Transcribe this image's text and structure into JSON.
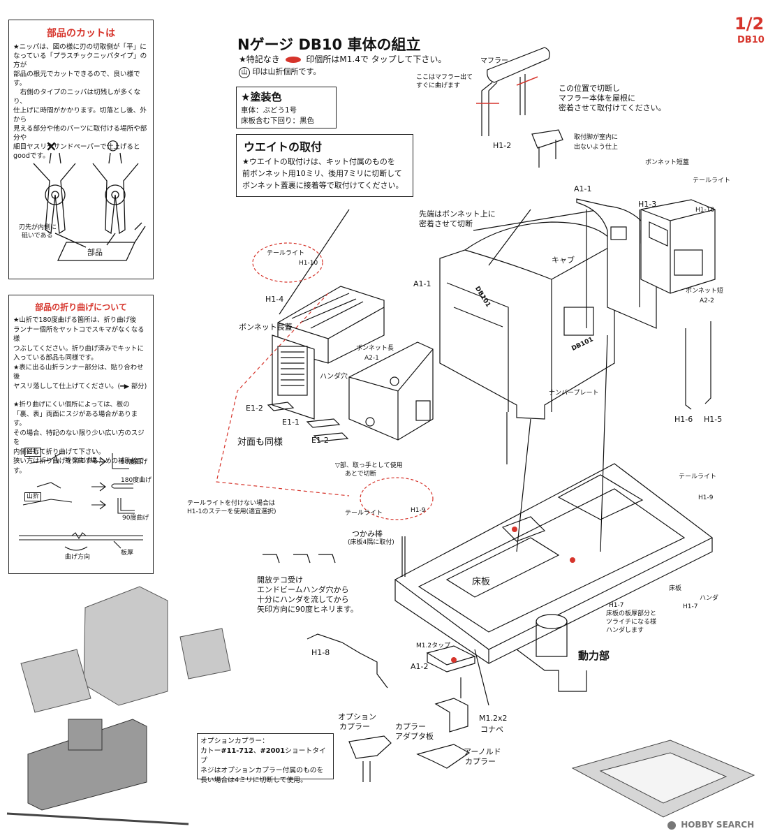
{
  "page": {
    "number": "1/2",
    "model": "DB10"
  },
  "header": {
    "title": "Nゲージ DB10 車体の組立",
    "note1_pre": "★特記なき",
    "note1_post": "印個所はM1.4で タップして下さい。",
    "note2_mark": "山",
    "note2": "印は山折個所です。"
  },
  "cut_box": {
    "title": "部品のカットは",
    "lines": [
      "★ニッパは、図の様に刃の切取側が「平」に",
      "なっている「プラスチックニッパタイプ」の方が",
      "部品の根元でカットできるので、良い様です。",
      "　右側のタイプのニッパは切残しが多くなり、",
      "仕上げに時間がかかります。切落とし後、外から",
      "見える部分や他のパーツに取付ける場所や部分や",
      "細目ヤスリやサンドペーパーで仕上げると",
      "goodです。"
    ],
    "mark_x": "×",
    "mark_o": "○",
    "blade_note_1": "刃先が内側に",
    "blade_note_2": "砥いである",
    "part_label": "部品"
  },
  "bend_box": {
    "title": "部品の折り曲げについて",
    "lines": [
      "★山折で180度曲げる箇所は、折り曲げ後",
      "ランナー個所をヤットコでスキマがなくなる様",
      "つぶしてください。折り曲げ済みでキットに",
      "入っている部品も同様です。",
      "★表に出る山折ランナー部分は、貼り合わせ後",
      "ヤスリ落しして仕上げてください。(━▶ 部分)",
      "",
      "★折り曲げにくい個所によっては、板の",
      "「裏、表」両面にスジがある場合があります。",
      "その場合、特記のない限り少い広い方のスジを",
      "内側にして折り曲げて下さい。",
      "狭い方は折り曲げを楽にするための補助線です。"
    ],
    "valley": "谷折",
    "mountain": "山折",
    "fold_line": "折り曲げ線",
    "deg90": "90度曲げ",
    "deg180": "180度曲げ",
    "deg90b": "90度曲げ",
    "bend_dir": "曲げ方向",
    "plate_thk": "板厚"
  },
  "paint_box": {
    "title": "★塗装色",
    "line1": "車体：ぶどう1号",
    "line2": "床板含む下回り：黒色"
  },
  "weight_box": {
    "title": "ウエイトの取付",
    "lines": [
      "★ウエイトの取付けは、キット付属のものを",
      "前ボンネット用10ミリ、後用7ミリに切断して",
      "ボンネット蓋裏に接着等で取付けてください。"
    ]
  },
  "labels": {
    "muffler": "マフラー",
    "muffler_bend_1": "ここはマフラー出て",
    "muffler_bend_2": "すぐに曲げます",
    "muffler_cut_1": "この位置で切断し",
    "muffler_cut_2": "マフラー本体を屋根に",
    "muffler_cut_3": "密着させて取付けてください。",
    "h1_2": "H1-2",
    "leg_note_1": "取付脚が室内に",
    "leg_note_2": "出ないよう仕上",
    "bonnet_short_lid": "ボンネット短蓋",
    "tail_light_1": "テールライト",
    "h1_3": "H1-3",
    "h1_10a": "H1-10",
    "a1_1a": "A1-1",
    "tip_note_1": "先端はボンネット上に",
    "tip_note_2": "密着させて切断",
    "cab": "キャブ",
    "bonnet_short": "ボンネット短",
    "a2_2": "A2-2",
    "tail_light_2": "テールライト",
    "h1_10b": "H1-10",
    "h1_4": "H1-4",
    "bonnet_long_lid": "ボンネット長蓋",
    "a1_1b": "A1-1",
    "db101a": "DB101",
    "db101b": "DB101",
    "bonnet_long": "ボンネット長",
    "a2_1": "A2-1",
    "solder_hole": "ハンダ穴",
    "number_plate": "ナンバープレート",
    "e1_2a": "E1-2",
    "e1_1": "E1-1",
    "e1_2b": "E1-2",
    "opposite": "対面も同様",
    "h1_6": "H1-6",
    "h1_5": "H1-5",
    "tri_note_1": "▽部、取っ手として使用",
    "tri_note_2": "あとで切断",
    "no_tail_1": "テールライトを付けない場合は",
    "no_tail_2": "H1-1のステーを使用(適宜選択)",
    "tail_light_3": "テールライト",
    "h1_9a": "H1-9",
    "handrail": "つかみ棒",
    "handrail_2": "(床板4隅に取付)",
    "tail_light_4": "テールライト",
    "h1_9b": "H1-9",
    "lever_1": "開放テコ受け",
    "lever_2": "エンドビームハンダ穴から",
    "lever_3": "十分にハンダを流してから",
    "lever_4": "矢印方向に90度ヒネリます。",
    "floor": "床板",
    "floor_small": "床板",
    "solder": "ハンダ",
    "h1_7a": "H1-7",
    "h1_7b": "H1-7",
    "h1_7_note_1": "床板の板厚部分と",
    "h1_7_note_2": "ツライチになる様",
    "h1_7_note_3": "ハンダします",
    "h1_8": "H1-8",
    "m12_tap": "M1.2タップ",
    "a1_2": "A1-2",
    "power": "動力部",
    "opt_coupler_1": "オプション",
    "opt_coupler_2": "カプラー",
    "adapter_1": "カプラー",
    "adapter_2": "アダプタ板",
    "screw_1": "M1.2x2",
    "screw_2": "コナベ",
    "arnold_1": "アーノルド",
    "arnold_2": "カプラー"
  },
  "coupler_box": {
    "line1": "オプションカプラー：",
    "line2_pre": "カトー",
    "line2_b1": "#11-712",
    "line2_mid": "、",
    "line2_b2": "#2001",
    "line2_post": "ショートタイプ",
    "line3": "ネジはオプションカプラー付属のものを",
    "line4": "長い場合は4ミリに切断して使用。"
  },
  "watermark": {
    "brand": "HOBBY SEARCH"
  },
  "colors": {
    "accent_red": "#d6342b",
    "ink": "#111111"
  }
}
